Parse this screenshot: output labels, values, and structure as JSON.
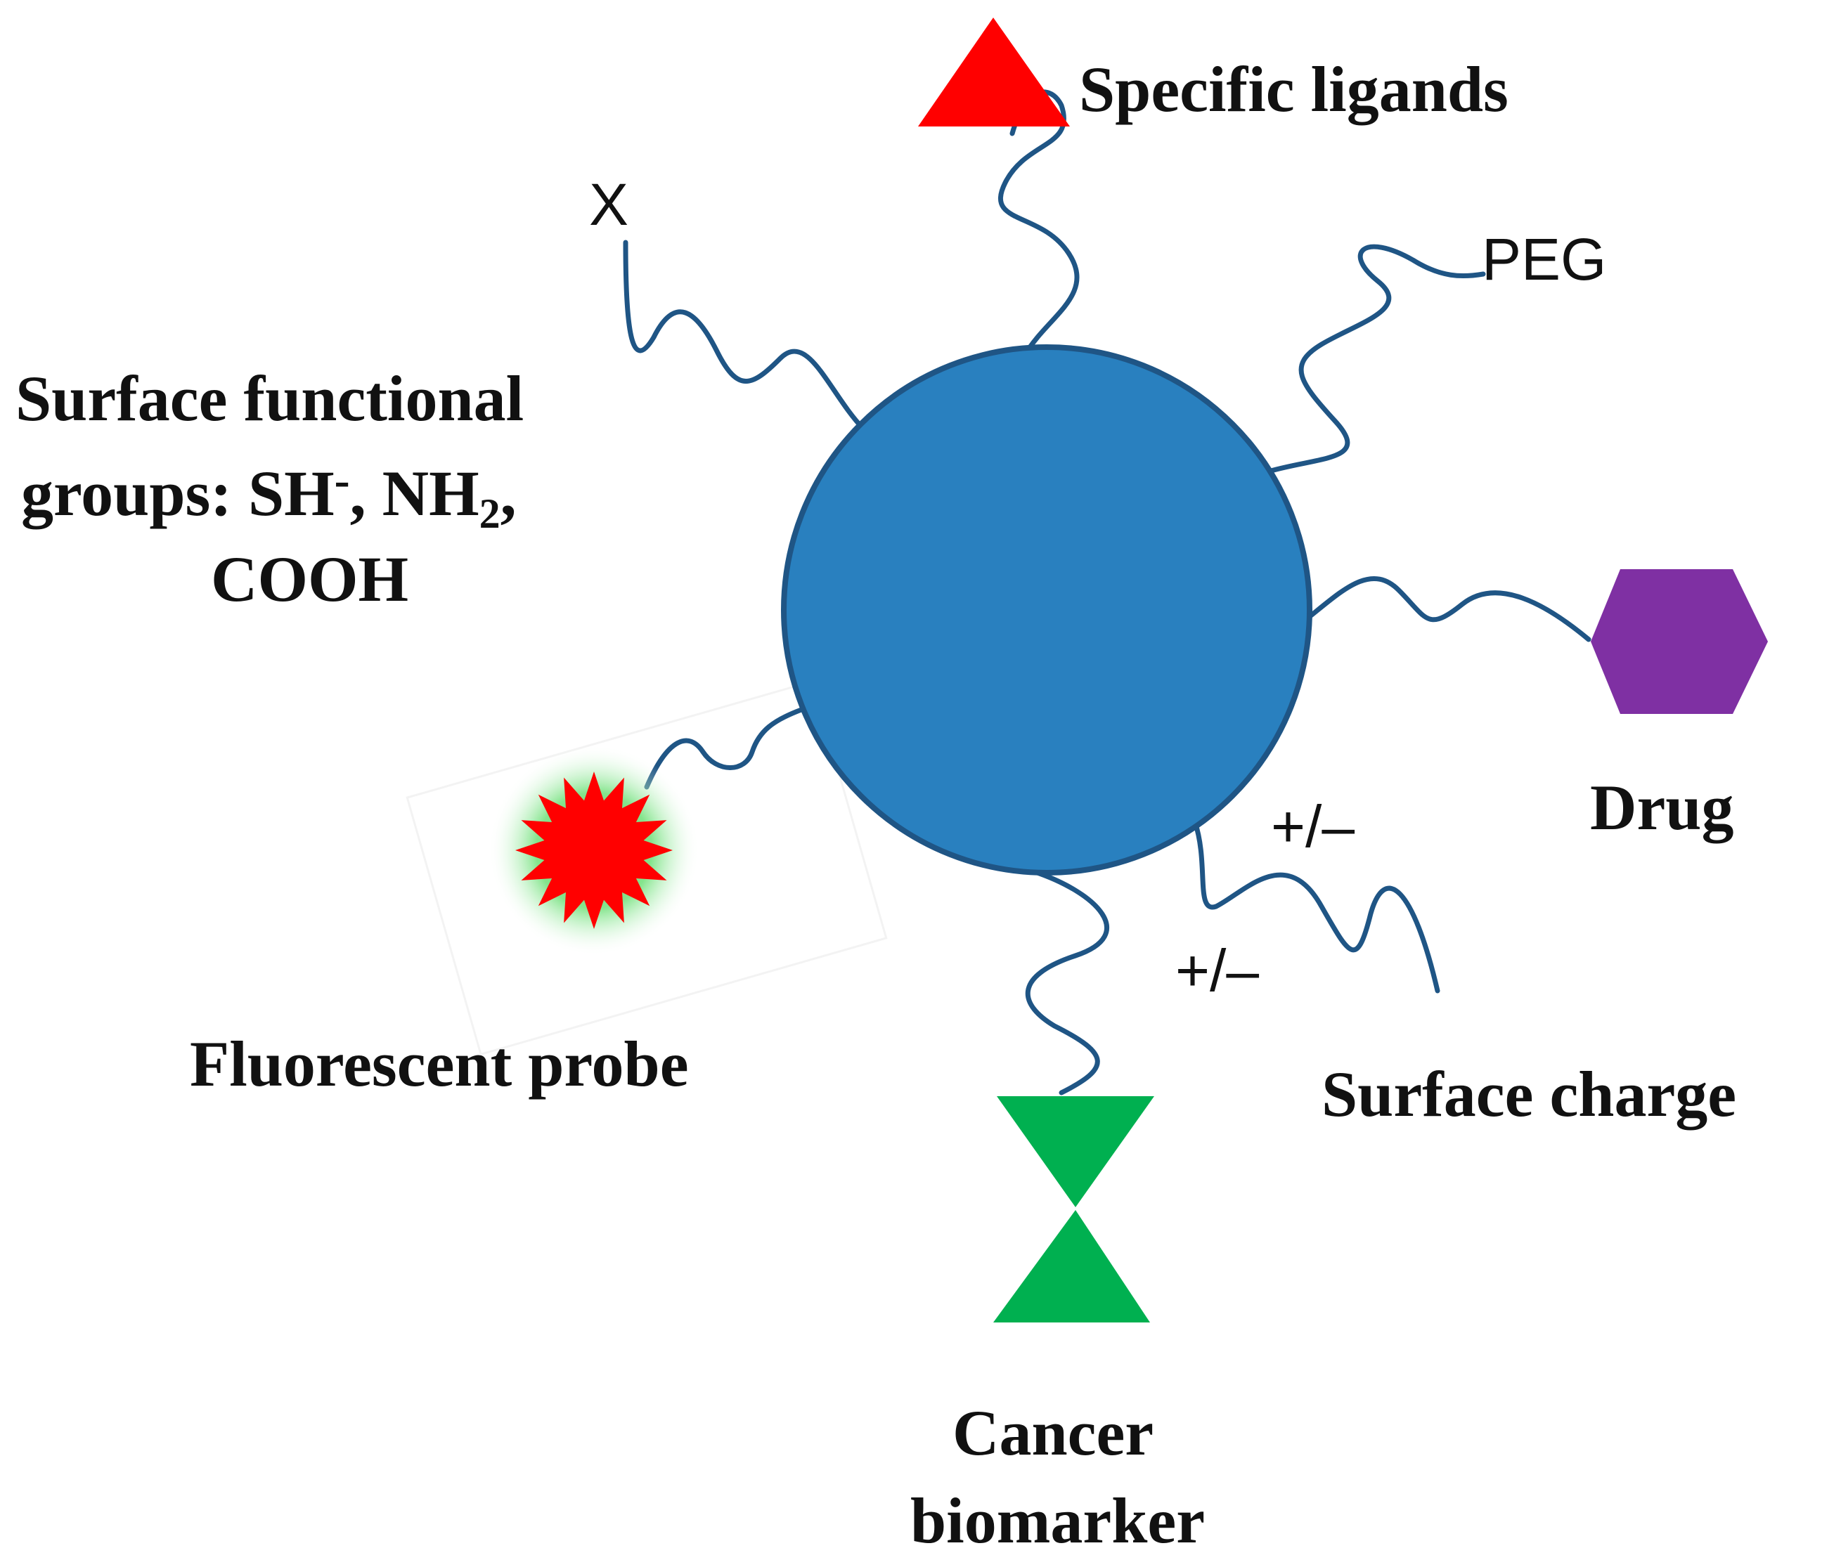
{
  "labels": {
    "specific_ligands": "Specific ligands",
    "x": "X",
    "peg": "PEG",
    "surface_groups_line1": "Surface functional",
    "surface_groups_line2_prefix": "groups: SH",
    "surface_groups_line2_sup": "-",
    "surface_groups_line2_mid": ", NH",
    "surface_groups_line2_sub": "2",
    "surface_groups_line2_suffix": ",",
    "surface_groups_line3": "COOH",
    "drug": "Drug",
    "charge_1": "+/–",
    "charge_2": "+/–",
    "surface_charge": "Surface charge",
    "fluorescent_probe": "Fluorescent probe",
    "cancer_biomarker_line1": "Cancer",
    "cancer_biomarker_line2": "biomarker"
  },
  "colors": {
    "nanoparticle_fill": "#2980bf",
    "nanoparticle_stroke": "#1f5585",
    "chain": "#1f5585",
    "ligand_triangle": "#ff0000",
    "drug_hexagon": "#7f30a3",
    "biomarker": "#00b050",
    "probe_star": "#ff0000",
    "probe_glow": "#4fd85a"
  },
  "icons": {
    "ligand": "triangle-icon",
    "drug": "hexagon-icon",
    "probe": "starburst-icon",
    "biomarker": "hourglass-icon"
  }
}
